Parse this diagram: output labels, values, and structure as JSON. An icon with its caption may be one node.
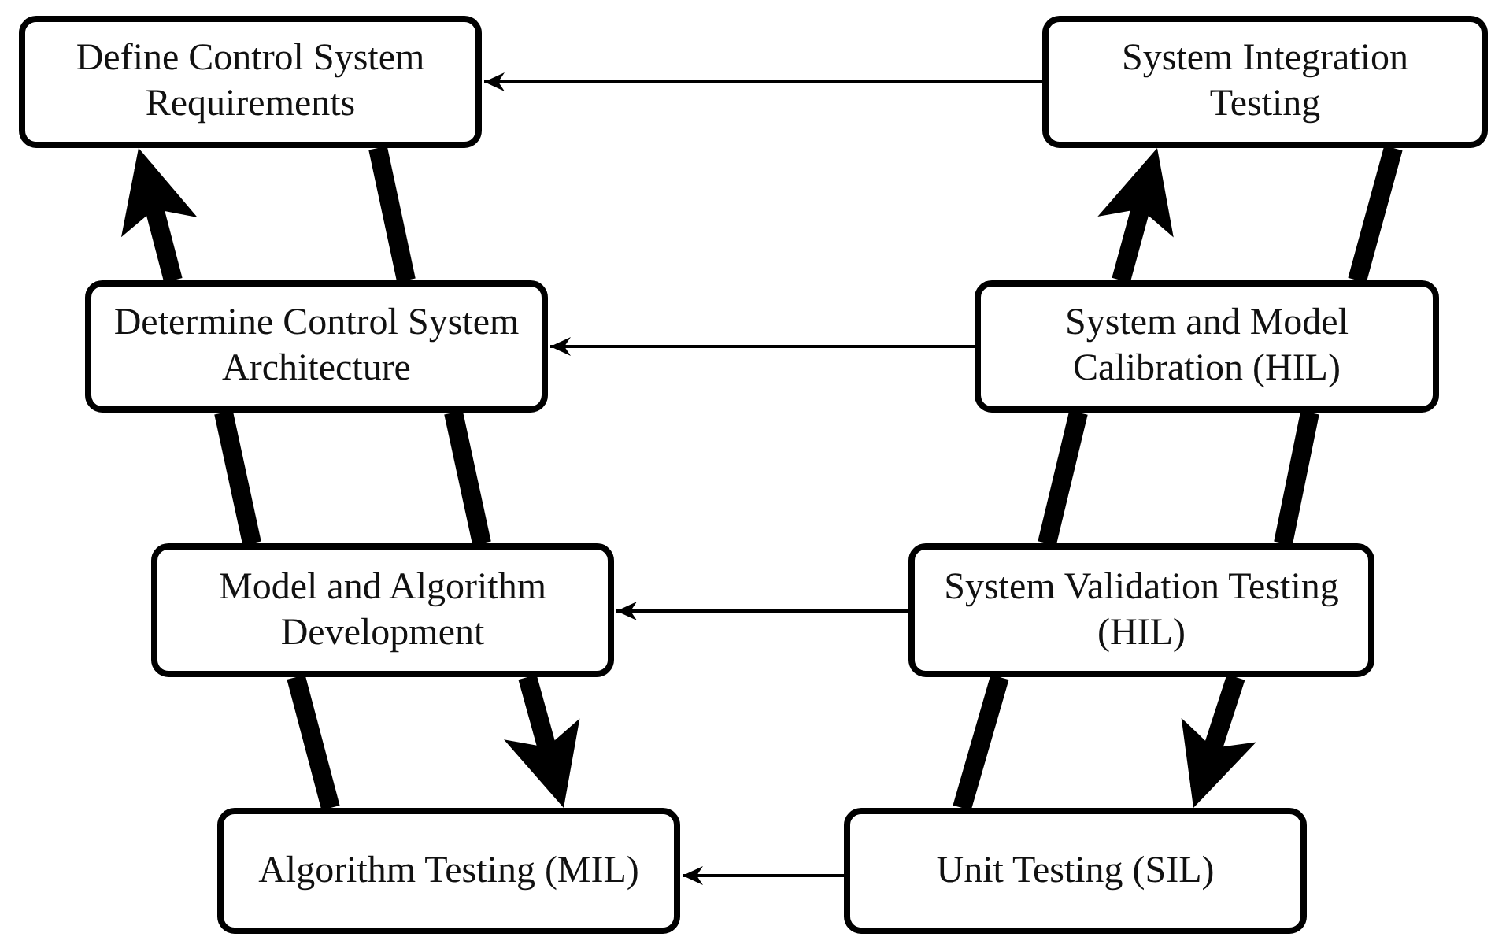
{
  "diagram": {
    "nodes": [
      {
        "text": [
          "Define Control System Requirements"
        ]
      },
      {
        "text": [
          "System Integration Testing"
        ]
      },
      {
        "text": [
          "Determine Control System Architecture"
        ]
      },
      {
        "text": [
          "System and Model Calibration (HIL)"
        ]
      },
      {
        "text": [
          "Model and Algorithm Development"
        ]
      },
      {
        "text": [
          "System Validation Testing (HIL)"
        ]
      },
      {
        "text": [
          "Algorithm Testing (MIL)"
        ]
      },
      {
        "text": [
          "Unit Testing (SIL)"
        ]
      }
    ],
    "edges": [
      {
        "from": 1,
        "to": 0,
        "arrow": "to"
      },
      {
        "from": 3,
        "to": 2,
        "arrow": "to"
      },
      {
        "from": 5,
        "to": 4,
        "arrow": "to"
      },
      {
        "from": 7,
        "to": 6,
        "arrow": "to"
      },
      {
        "from": 0,
        "to": 2,
        "arrow": "none"
      },
      {
        "from": 2,
        "to": 4,
        "arrow": "none"
      },
      {
        "from": 4,
        "to": 6,
        "arrow": "to"
      },
      {
        "from": 6,
        "to": 4,
        "arrow": "none"
      },
      {
        "from": 4,
        "to": 2,
        "arrow": "none"
      },
      {
        "from": 2,
        "to": 0,
        "arrow": "to"
      },
      {
        "from": 7,
        "to": 5,
        "arrow": "none"
      },
      {
        "from": 5,
        "to": 3,
        "arrow": "none"
      },
      {
        "from": 3,
        "to": 1,
        "arrow": "to"
      },
      {
        "from": 1,
        "to": 3,
        "arrow": "none"
      },
      {
        "from": 3,
        "to": 5,
        "arrow": "none"
      },
      {
        "from": 5,
        "to": 7,
        "arrow": "to"
      }
    ]
  }
}
